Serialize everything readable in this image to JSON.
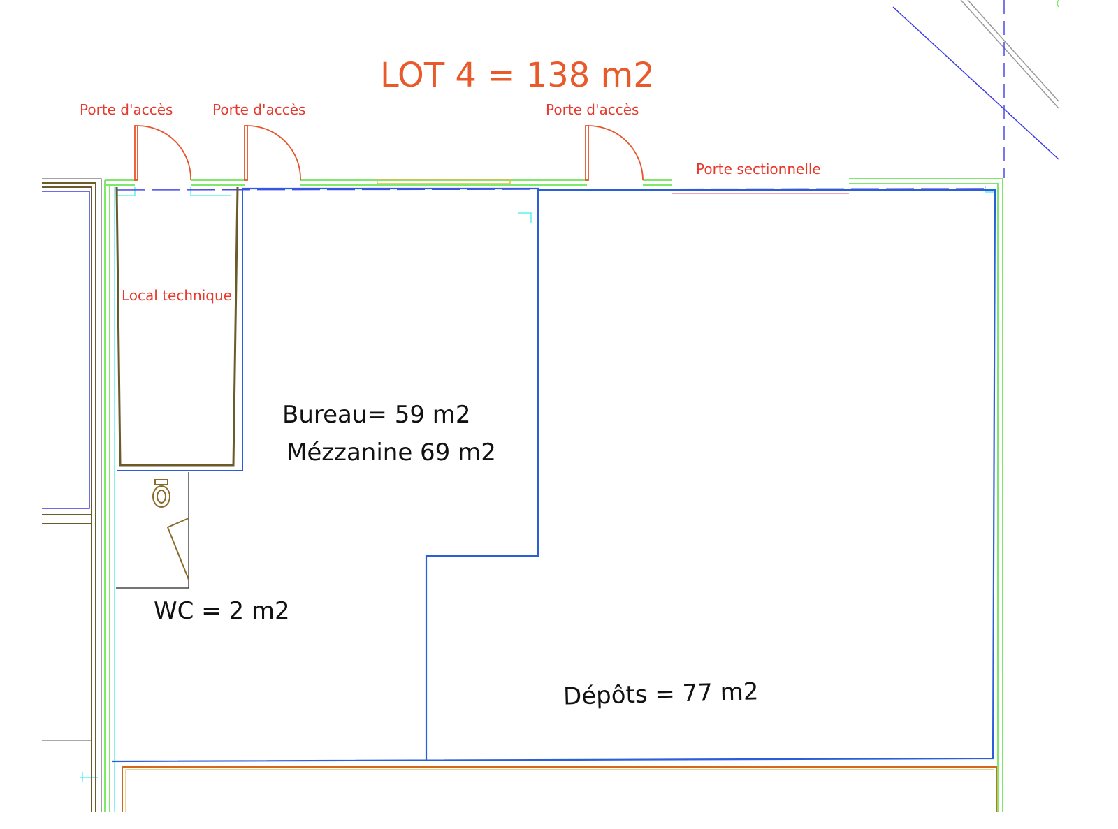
{
  "title": "LOT 4 = 138 m2",
  "labels": {
    "door1": "Porte d'accès",
    "door2": "Porte d'accès",
    "door3": "Porte d'accès",
    "sectional_door": "Porte sectionnelle",
    "technical_room": "Local technique",
    "office": "Bureau= 59 m2",
    "mezzanine": "Mézzanine 69 m2",
    "wc": "WC = 2 m2",
    "storage": "Dépôts = 77 m2"
  },
  "colors": {
    "title": "#e85a2a",
    "annotation": "#e8382c",
    "wall_green": "#7de86a",
    "partition_blue": "#2b5fd9",
    "structure_brown": "#6b5a2a",
    "cyan": "#5ef0f0"
  }
}
